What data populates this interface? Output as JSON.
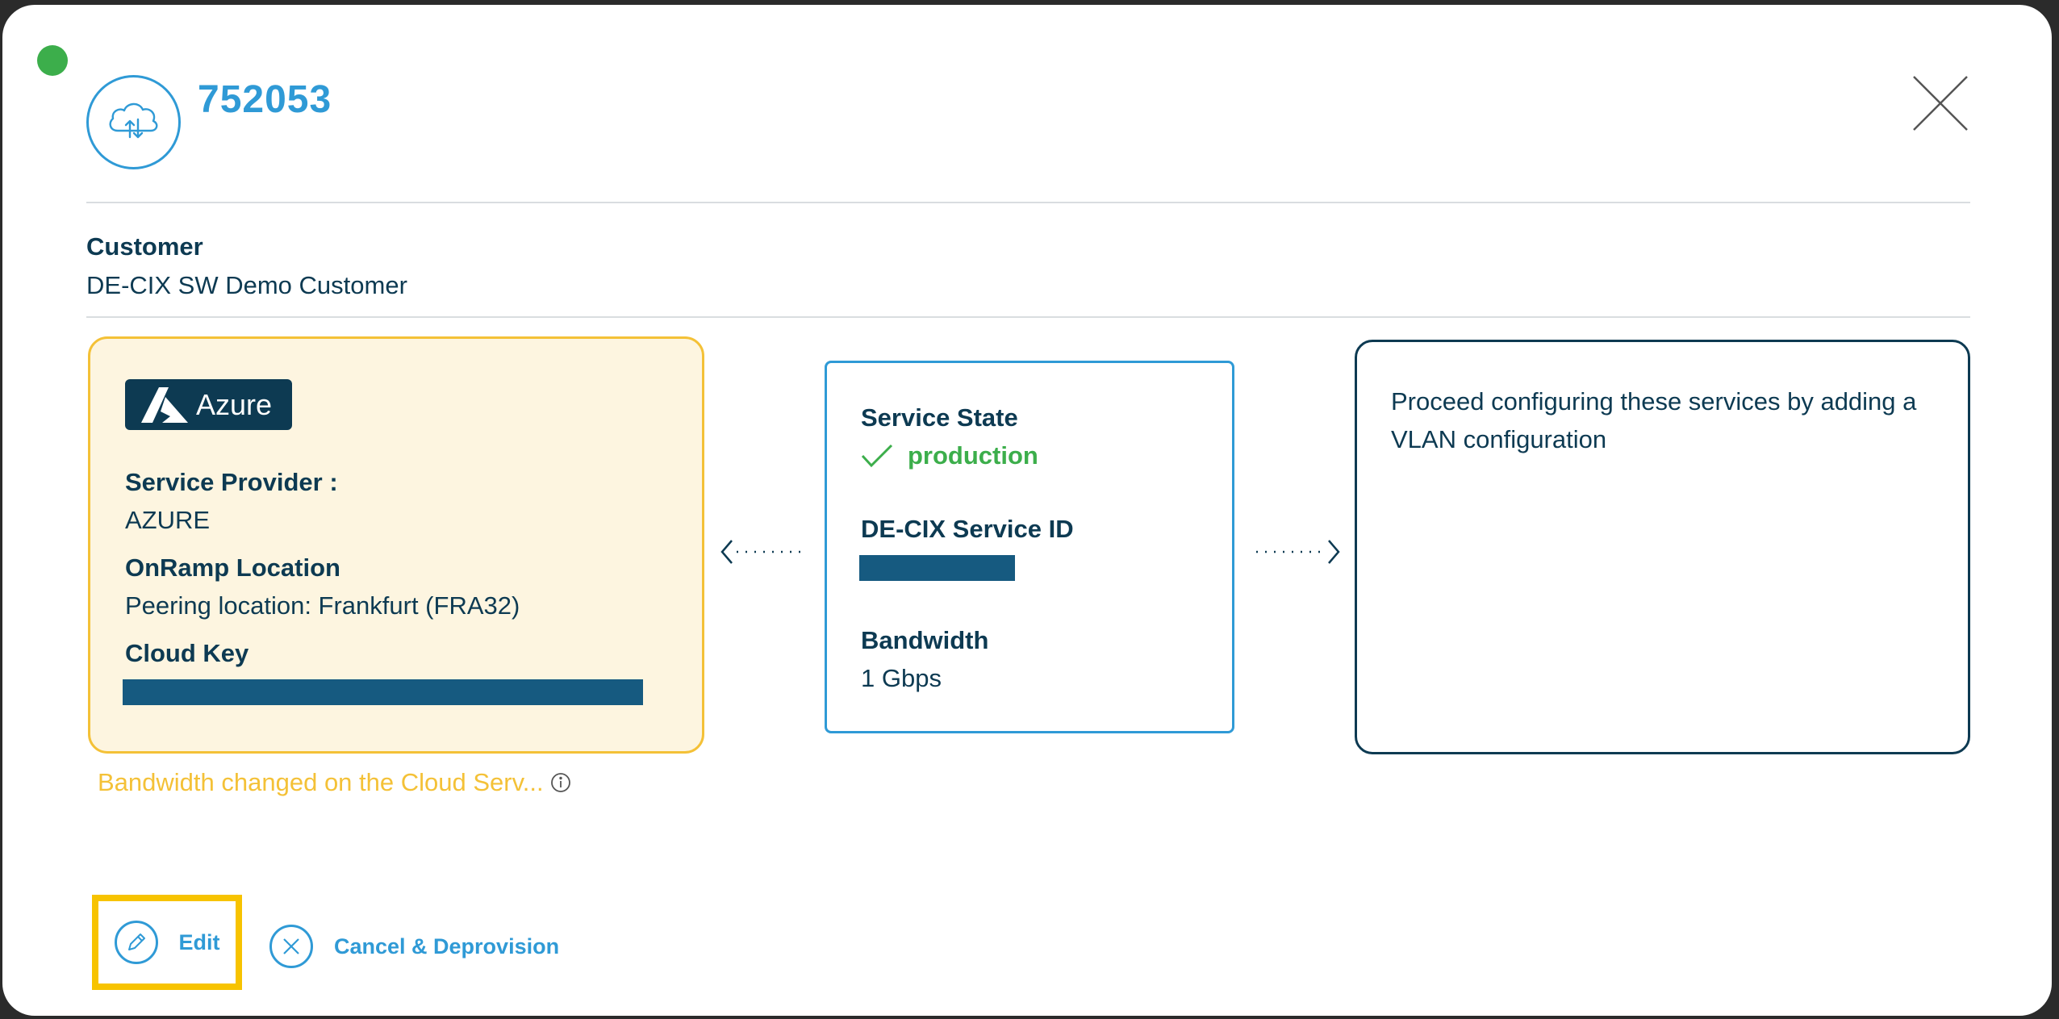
{
  "header": {
    "service_id_title": "752053",
    "status_color": "#3cae4b",
    "icon": "cloud-sync-icon",
    "close_icon": "close-icon"
  },
  "customer": {
    "label": "Customer",
    "value": "DE-CIX SW Demo Customer"
  },
  "provider_card": {
    "badge_label": "Azure",
    "badge_icon": "azure-logo-icon",
    "service_provider_label": "Service Provider :",
    "service_provider_value": "AZURE",
    "onramp_label": "OnRamp Location",
    "onramp_value": "Peering location: Frankfurt (FRA32)",
    "cloud_key_label": "Cloud Key",
    "warning_text": "Bandwidth changed on the Cloud Serv...",
    "warning_icon": "info-icon"
  },
  "service_card": {
    "state_label": "Service State",
    "state_value": "production",
    "state_icon": "check-icon",
    "service_id_label": "DE-CIX Service ID",
    "bandwidth_label": "Bandwidth",
    "bandwidth_value": "1 Gbps"
  },
  "next_card": {
    "text": "Proceed configuring these services by adding a VLAN configuration"
  },
  "actions": {
    "edit_label": "Edit",
    "edit_icon": "pencil-icon",
    "cancel_label": "Cancel & Deprovision",
    "cancel_icon": "x-circle-icon"
  },
  "colors": {
    "accent": "#2f9ad6",
    "navy": "#0d3a52",
    "warning": "#f4c137",
    "success": "#3cae4b",
    "highlight": "#f7c300"
  }
}
